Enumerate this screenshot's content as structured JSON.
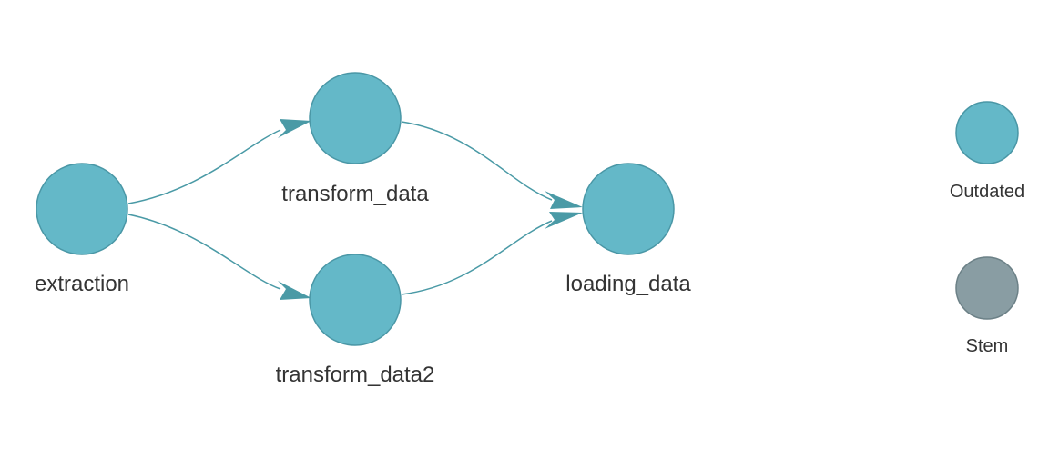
{
  "graph": {
    "nodes": [
      {
        "id": "extraction",
        "label": "extraction",
        "status": "outdated"
      },
      {
        "id": "transform_data",
        "label": "transform_data",
        "status": "outdated"
      },
      {
        "id": "transform_data2",
        "label": "transform_data2",
        "status": "outdated"
      },
      {
        "id": "loading_data",
        "label": "loading_data",
        "status": "outdated"
      }
    ],
    "edges": [
      {
        "from": "extraction",
        "to": "transform_data"
      },
      {
        "from": "extraction",
        "to": "transform_data2"
      },
      {
        "from": "transform_data",
        "to": "loading_data"
      },
      {
        "from": "transform_data2",
        "to": "loading_data"
      }
    ]
  },
  "legend": {
    "items": [
      {
        "label": "Outdated",
        "status": "outdated"
      },
      {
        "label": "Stem",
        "status": "stem"
      }
    ]
  },
  "colors": {
    "outdated_fill": "#64b8c8",
    "outdated_stroke": "#4a97a6",
    "stem_fill": "#899da3",
    "stem_stroke": "#6c8187",
    "edge": "#4a9aa6"
  }
}
